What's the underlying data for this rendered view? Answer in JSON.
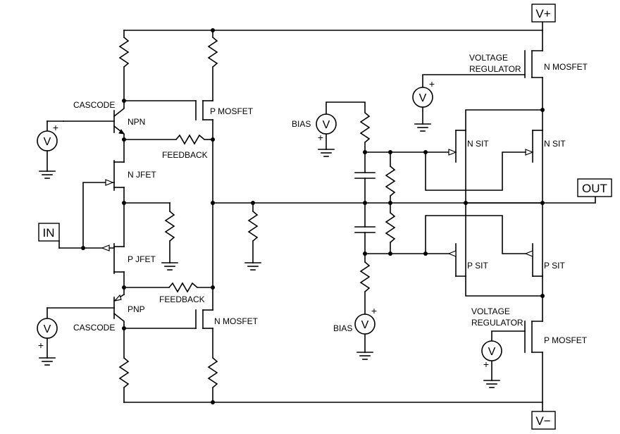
{
  "terminals": {
    "vplus": "V+",
    "vminus": "V−",
    "in": "IN",
    "out": "OUT"
  },
  "labels": {
    "cascode_top": "CASCODE",
    "npn": "NPN",
    "p_mosfet_left": "P MOSFET",
    "feedback_top": "FEEDBACK",
    "n_jfet": "N JFET",
    "p_jfet": "P JFET",
    "feedback_bottom": "FEEDBACK",
    "pnp": "PNP",
    "cascode_bottom": "CASCODE",
    "n_mosfet_left": "N MOSFET",
    "bias_top": "BIAS",
    "bias_bottom": "BIAS",
    "vreg_top_line1": "VOLTAGE",
    "vreg_top_line2": "REGULATOR",
    "n_mosfet_right": "N MOSFET",
    "n_sit_left": "N SIT",
    "n_sit_right": "N SIT",
    "p_sit_left": "P SIT",
    "p_sit_right": "P SIT",
    "vreg_bottom_line1": "VOLTAGE",
    "vreg_bottom_line2": "REGULATOR",
    "p_mosfet_right": "P MOSFET"
  },
  "sources": {
    "symbol": "V",
    "plus": "+"
  }
}
